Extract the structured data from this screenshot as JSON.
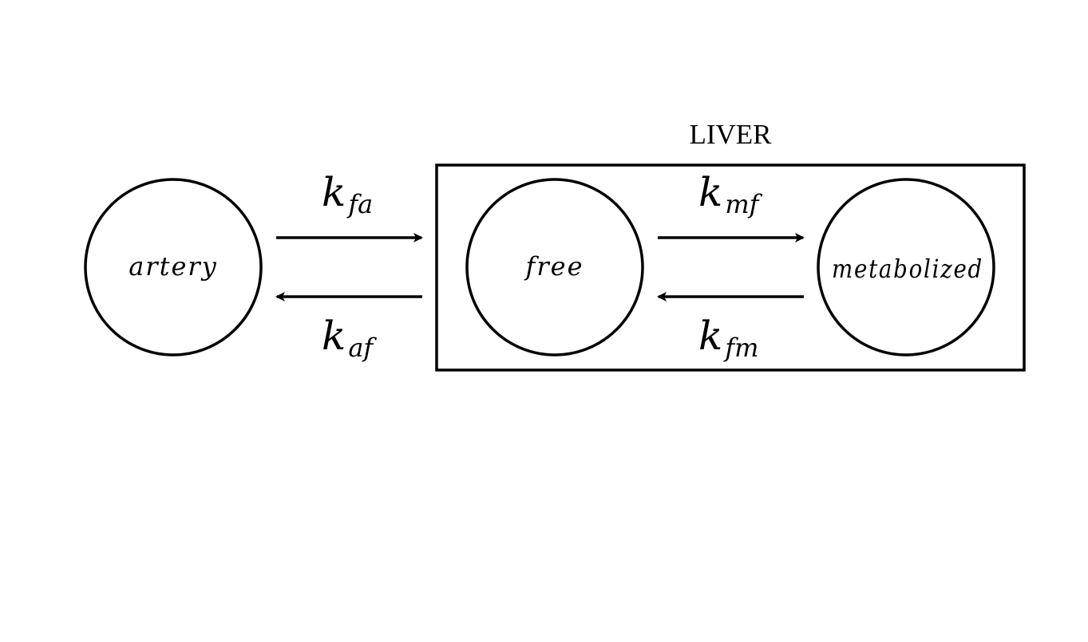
{
  "liver": {
    "title": "LIVER"
  },
  "nodes": {
    "artery": "artery",
    "free": "free",
    "metabolized": "metabolized"
  },
  "rates": {
    "kfa": {
      "symbol": "k",
      "subscript": "fa"
    },
    "kaf": {
      "symbol": "k",
      "subscript": "af"
    },
    "kmf": {
      "symbol": "k",
      "subscript": "mf"
    },
    "kfm": {
      "symbol": "k",
      "subscript": "fm"
    }
  }
}
